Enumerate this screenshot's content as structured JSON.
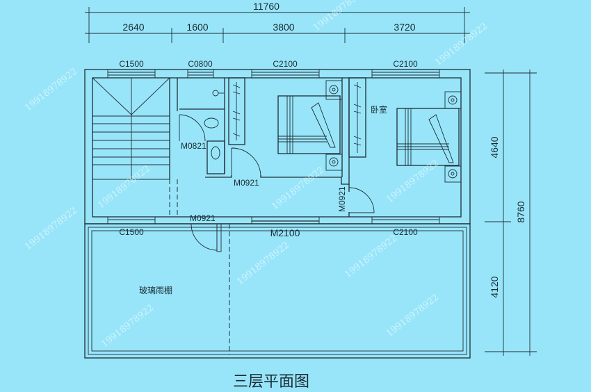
{
  "title": "三层平面图",
  "dimensions": {
    "overall_width": "11760",
    "segments": [
      "2640",
      "1600",
      "3800",
      "3720"
    ],
    "right_upper": "4640",
    "right_lower": "4120",
    "overall_depth": "8760"
  },
  "windows": {
    "top_stair": "C1500",
    "top_bath": "C0800",
    "top_room1": "C2100",
    "top_room2": "C2100",
    "bottom_stair": "C1500",
    "bottom_room2": "C2100"
  },
  "doors": {
    "bath": "M0821",
    "room1": "M0921",
    "room2": "M0921",
    "porch": "M0921",
    "sliding": "M2100"
  },
  "rooms": {
    "bedroom": "卧室",
    "canopy": "玻璃雨棚"
  },
  "watermark": "19918978922",
  "colors": {
    "background": "#98e5fa",
    "lines": "#1f2d35"
  }
}
